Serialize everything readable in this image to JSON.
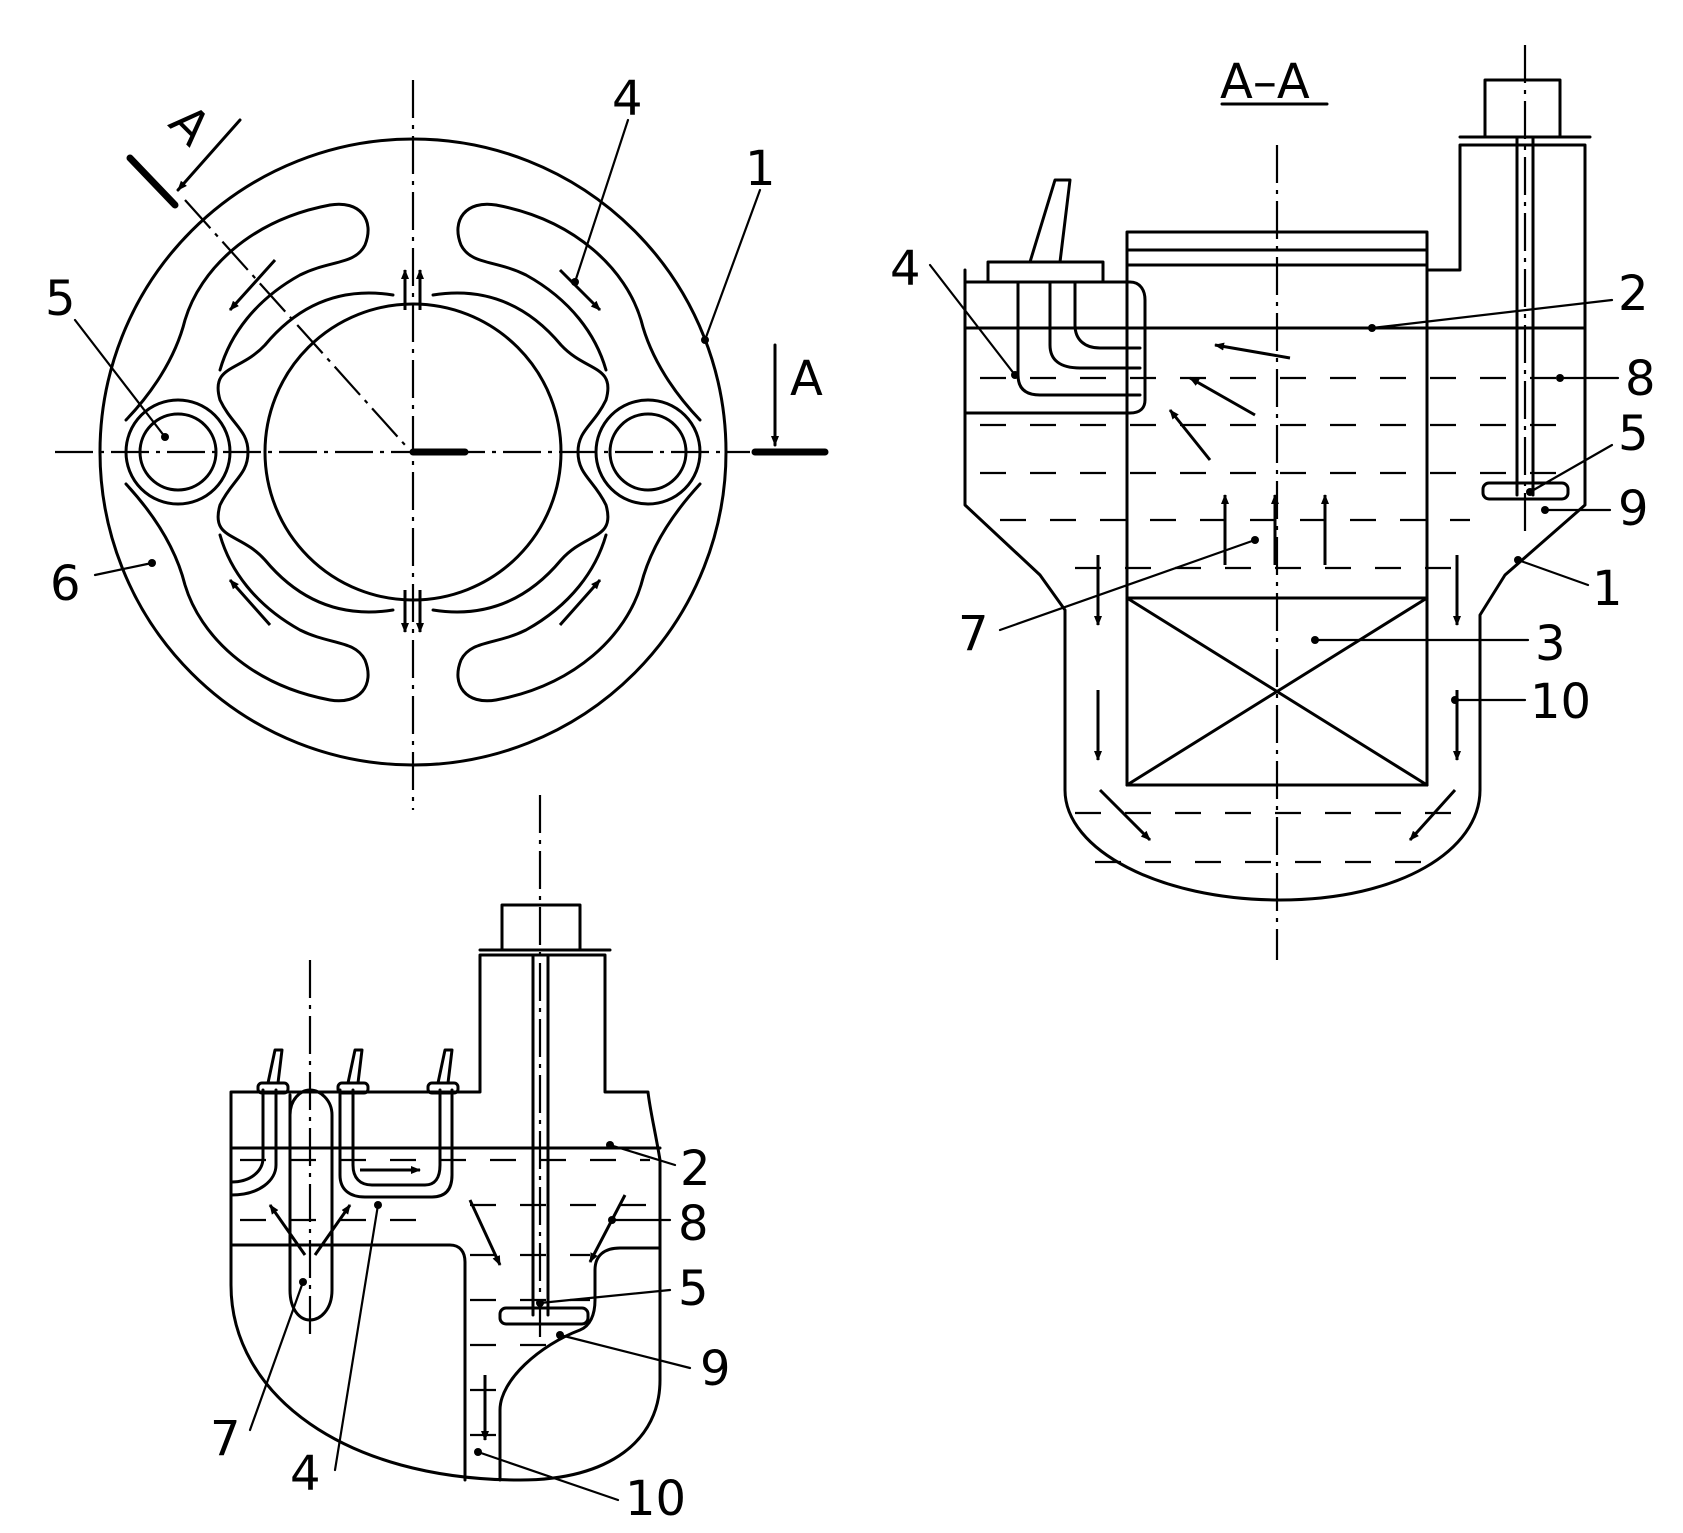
{
  "section": {
    "label": "A–A"
  },
  "cut_marks": {
    "top_left": "A",
    "right": "A"
  },
  "top_view_labels": [
    {
      "text": "4"
    },
    {
      "text": "1"
    },
    {
      "text": "5"
    },
    {
      "text": "6"
    }
  ],
  "section_view_labels": [
    {
      "text": "4"
    },
    {
      "text": "2"
    },
    {
      "text": "8"
    },
    {
      "text": "5"
    },
    {
      "text": "9"
    },
    {
      "text": "1"
    },
    {
      "text": "3"
    },
    {
      "text": "7"
    },
    {
      "text": "10"
    }
  ],
  "side_view_labels": [
    {
      "text": "2"
    },
    {
      "text": "8"
    },
    {
      "text": "5"
    },
    {
      "text": "9"
    },
    {
      "text": "7"
    },
    {
      "text": "4"
    },
    {
      "text": "10"
    }
  ]
}
